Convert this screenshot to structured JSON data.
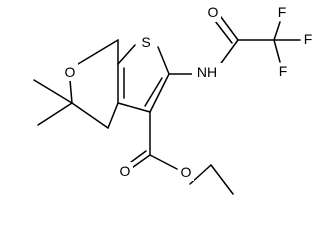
{
  "diagram_type": "chemical structure",
  "atoms": {
    "ring_oxygen": "O",
    "sulfur": "S",
    "amide_oxygen": "O",
    "amide_nitrogen": "NH",
    "fluorine_top": "F",
    "fluorine_right": "F",
    "fluorine_bottom": "F",
    "ester_carbonyl_oxygen": "O",
    "ester_oxygen": "O"
  },
  "colors": {
    "bond": "#000000",
    "label": "#000000",
    "background": "#ffffff"
  }
}
